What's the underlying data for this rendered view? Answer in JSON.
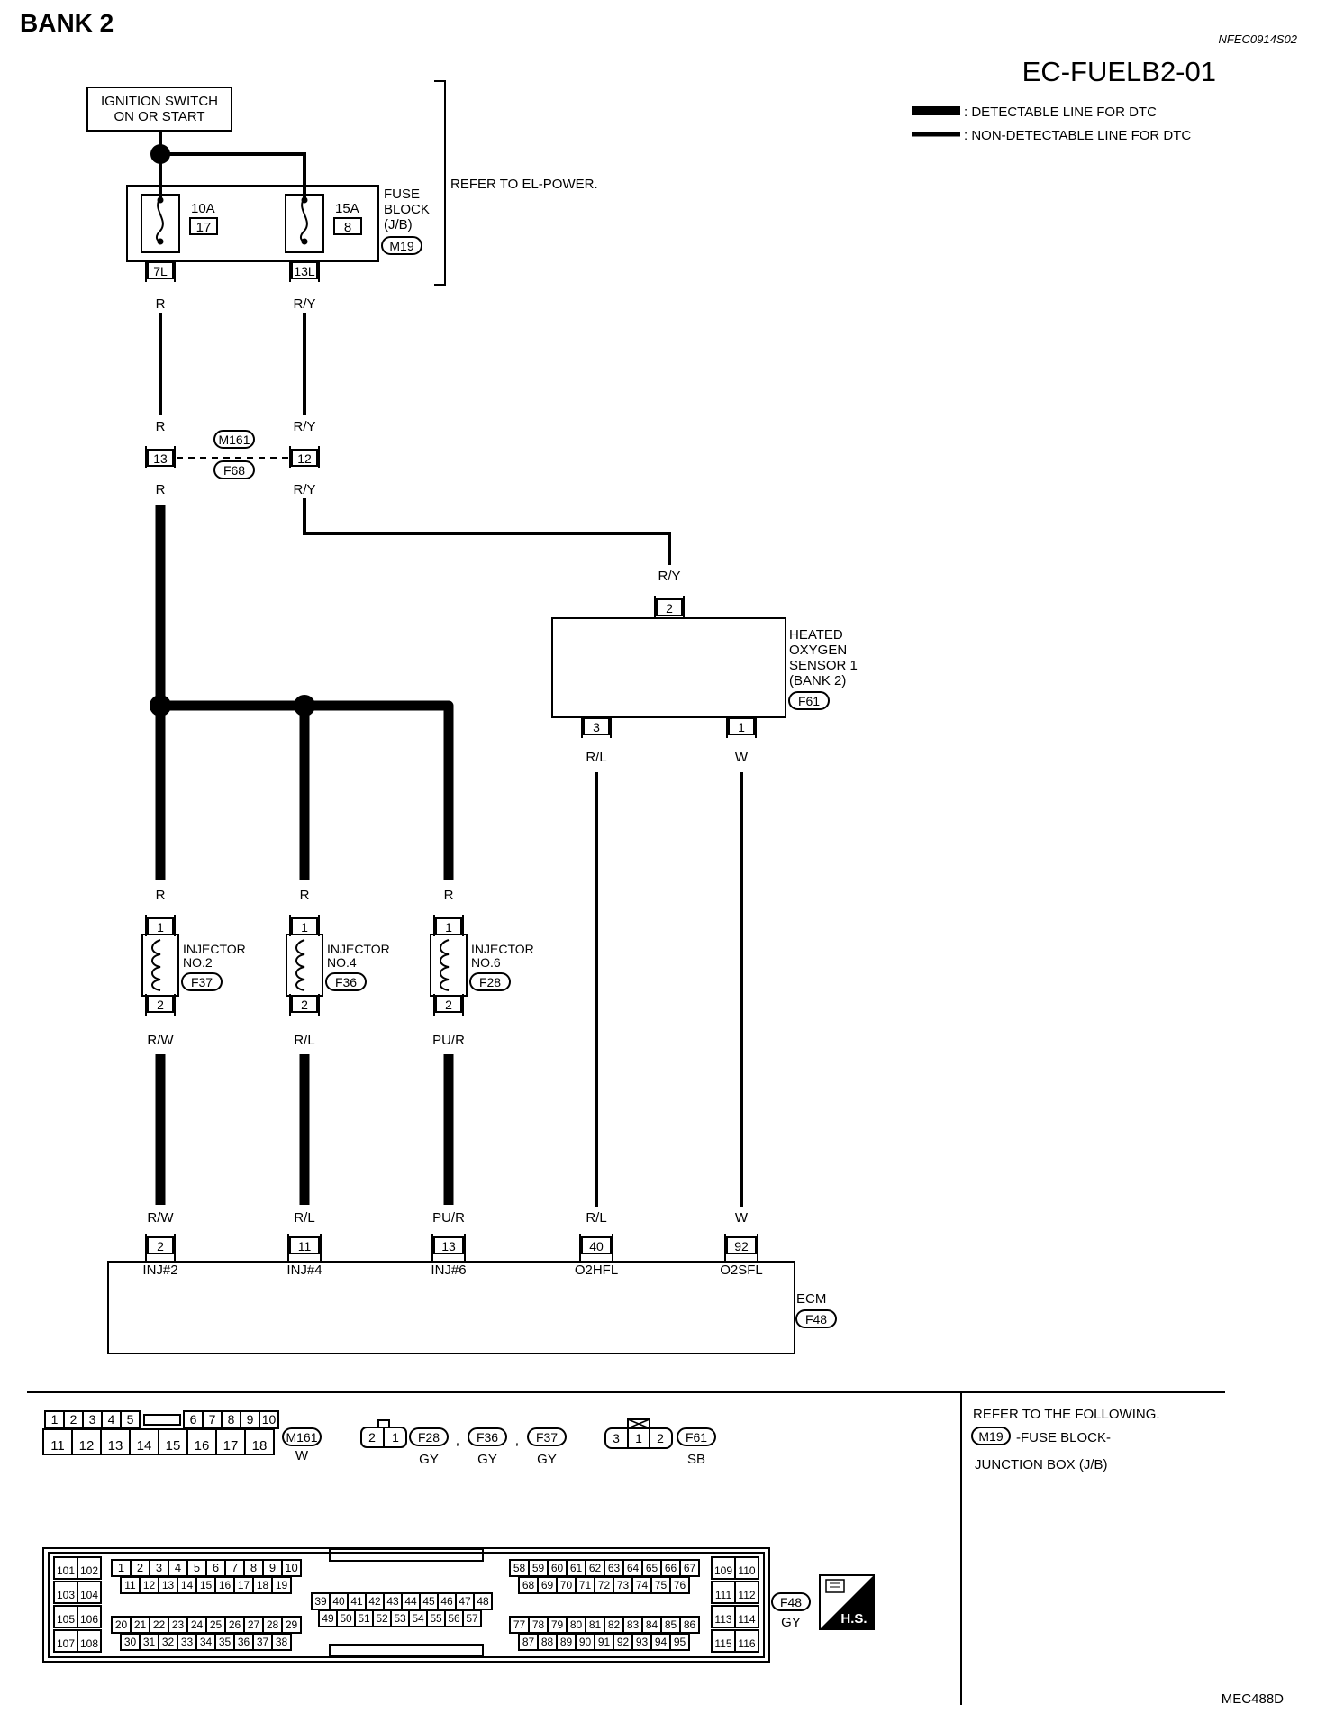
{
  "page": {
    "section": "BANK 2",
    "code": "NFEC0914S02",
    "diagram_id": "EC-FUELB2-01",
    "figure_id": "MEC488D"
  },
  "legend": {
    "detectable": ": DETECTABLE LINE FOR DTC",
    "non_detectable": ": NON-DETECTABLE LINE FOR DTC"
  },
  "ignition": {
    "line1": "IGNITION SWITCH",
    "line2": "ON OR START"
  },
  "fuse_block": {
    "line1": "FUSE",
    "line2": "BLOCK",
    "line3": "(J/B)",
    "connector": "M19",
    "fuse_a_rating": "10A",
    "fuse_a_no": "17",
    "fuse_a_term": "7L",
    "fuse_b_rating": "15A",
    "fuse_b_no": "8",
    "fuse_b_term": "13L"
  },
  "refer_el_power": "REFER TO EL-POWER.",
  "wires": {
    "r": "R",
    "ry": "R/Y",
    "rw": "R/W",
    "rl": "R/L",
    "pur": "PU/R",
    "w": "W"
  },
  "joint": {
    "conn_top": "M161",
    "conn_bottom": "F68",
    "term_a": "13",
    "term_b": "12"
  },
  "o2_sensor": {
    "line1": "HEATED",
    "line2": "OXYGEN",
    "line3": "SENSOR 1",
    "line4": "(BANK 2)",
    "connector": "F61",
    "term_top": "2",
    "term_a": "3",
    "term_b": "1"
  },
  "injectors": [
    {
      "line1": "INJECTOR",
      "line2": "NO.2",
      "connector": "F37",
      "t1": "1",
      "t2": "2"
    },
    {
      "line1": "INJECTOR",
      "line2": "NO.4",
      "connector": "F36",
      "t1": "1",
      "t2": "2"
    },
    {
      "line1": "INJECTOR",
      "line2": "NO.6",
      "connector": "F28",
      "t1": "1",
      "t2": "2"
    }
  ],
  "ecm": {
    "label": "ECM",
    "connector": "F48",
    "terminals": [
      {
        "no": "2",
        "name": "INJ#2"
      },
      {
        "no": "11",
        "name": "INJ#4"
      },
      {
        "no": "13",
        "name": "INJ#6"
      },
      {
        "no": "40",
        "name": "O2HFL"
      },
      {
        "no": "92",
        "name": "O2SFL"
      }
    ]
  },
  "connector_views": {
    "m161": {
      "id": "M161",
      "color": "W",
      "top": [
        "1",
        "2",
        "3",
        "4",
        "5",
        "6",
        "7",
        "8",
        "9",
        "10"
      ],
      "bottom": [
        "11",
        "12",
        "13",
        "14",
        "15",
        "16",
        "17",
        "18"
      ]
    },
    "injector_conn": {
      "pins": [
        "2",
        "1"
      ],
      "sep": ",",
      "ids": [
        "F28",
        "F36",
        "F37"
      ],
      "colors": [
        "GY",
        "GY",
        "GY"
      ]
    },
    "f61": {
      "id": "F61",
      "color": "SB",
      "pins": [
        "3",
        "1",
        "2"
      ]
    },
    "f48": {
      "id": "F48",
      "color": "GY",
      "hs": "H.S."
    }
  },
  "ecm_pins": {
    "leftA": [
      "101",
      "102"
    ],
    "leftB": [
      "103",
      "104"
    ],
    "leftC": [
      "105",
      "106"
    ],
    "leftD": [
      "107",
      "108"
    ],
    "row1": [
      "1",
      "2",
      "3",
      "4",
      "5",
      "6",
      "7",
      "8",
      "9",
      "10"
    ],
    "row2": [
      "11",
      "12",
      "13",
      "14",
      "15",
      "16",
      "17",
      "18",
      "19"
    ],
    "row3": [
      "20",
      "21",
      "22",
      "23",
      "24",
      "25",
      "26",
      "27",
      "28",
      "29"
    ],
    "row4": [
      "30",
      "31",
      "32",
      "33",
      "34",
      "35",
      "36",
      "37",
      "38"
    ],
    "mid1": [
      "39",
      "40",
      "41",
      "42",
      "43",
      "44",
      "45",
      "46",
      "47",
      "48"
    ],
    "mid2": [
      "49",
      "50",
      "51",
      "52",
      "53",
      "54",
      "55",
      "56",
      "57"
    ],
    "r1": [
      "58",
      "59",
      "60",
      "61",
      "62",
      "63",
      "64",
      "65",
      "66",
      "67"
    ],
    "r2": [
      "68",
      "69",
      "70",
      "71",
      "72",
      "73",
      "74",
      "75",
      "76"
    ],
    "r3": [
      "77",
      "78",
      "79",
      "80",
      "81",
      "82",
      "83",
      "84",
      "85",
      "86"
    ],
    "r4": [
      "87",
      "88",
      "89",
      "90",
      "91",
      "92",
      "93",
      "94",
      "95"
    ],
    "rightA": [
      "109",
      "110"
    ],
    "rightB": [
      "111",
      "112"
    ],
    "rightC": [
      "113",
      "114"
    ],
    "rightD": [
      "115",
      "116"
    ]
  },
  "reference": {
    "line1": "REFER TO THE FOLLOWING.",
    "connector": "M19",
    "line2": "-FUSE BLOCK-",
    "line3": "JUNCTION BOX (J/B)"
  }
}
